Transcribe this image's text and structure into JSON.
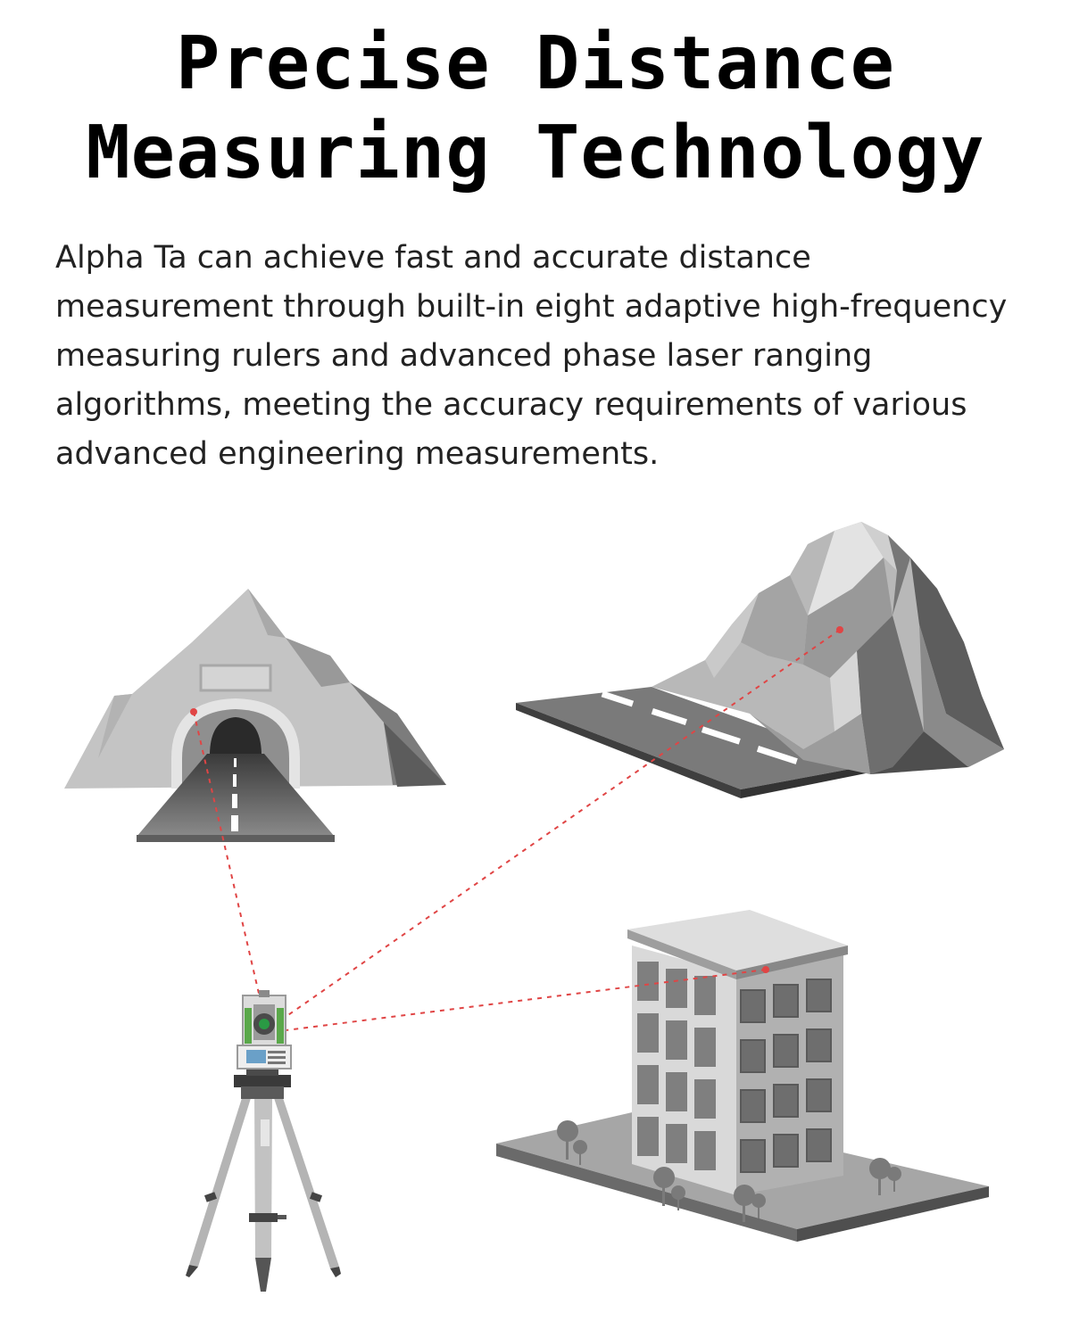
{
  "header": {
    "title_line1": "Precise Distance",
    "title_line2": "Measuring Technology"
  },
  "body": {
    "description": "Alpha Ta can achieve fast and accurate distance measurement through built-in eight adaptive high-frequency measuring rulers and advanced phase laser ranging algorithms, meeting the accuracy requirements of various advanced engineering measurements."
  },
  "illustration": {
    "laser_color": "#e04545",
    "accent_green": "#5aa84a",
    "scenes": [
      "tunnel",
      "mountain-road",
      "building",
      "total-station"
    ]
  }
}
